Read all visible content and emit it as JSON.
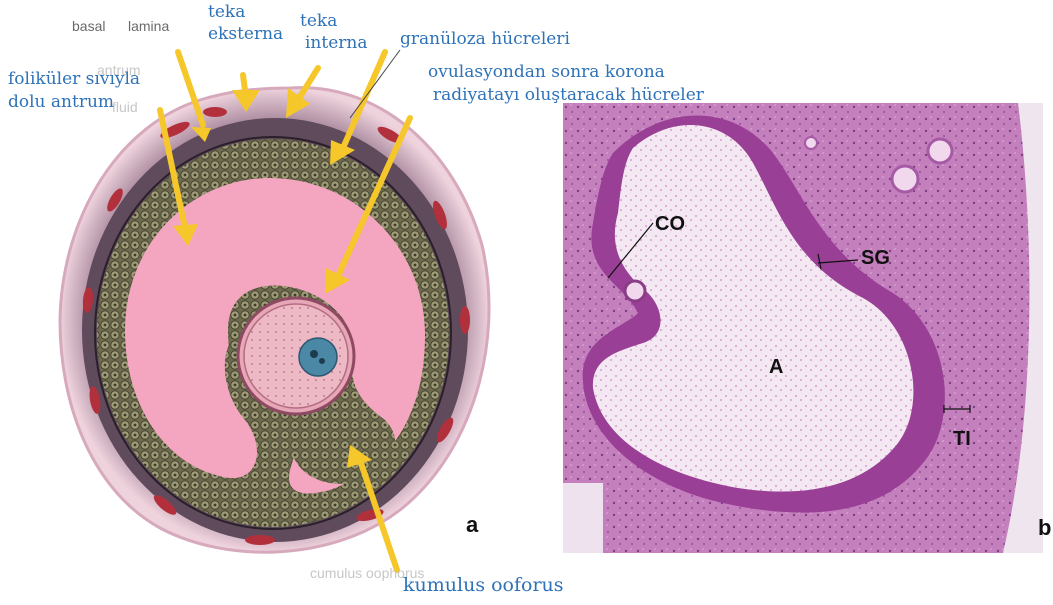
{
  "diagram": {
    "overlay_labels_en": {
      "basal": "basal",
      "lamina": "lamina",
      "antrum": "antrum",
      "fluid": "fluid",
      "cumulus_oophorus": "cumulus oophorus"
    },
    "labels_tr": {
      "teka_eksterna_1": "teka",
      "teka_eksterna_2": "eksterna",
      "teka_interna_1": "teka",
      "teka_interna_2": "interna",
      "granuloza": "granüloza hücreleri",
      "foliküler_1": "foliküler sıvıyla",
      "foliküler_2": "dolu antrum",
      "korona_1": "ovulasyondan sonra korona",
      "korona_2": "radiyatayı oluştaracak hücreler",
      "kumulus": "kumulus ooforus"
    },
    "panel_a": {
      "letter": "a"
    },
    "panel_b": {
      "letter": "b",
      "labels": {
        "co": "CO",
        "sg": "SG",
        "a": "A",
        "ti": "TI"
      }
    },
    "colors": {
      "label_blue": "#2e72b8",
      "arrow_yellow": "#f5c72a",
      "antrum_pink": "#f4a6c1",
      "micro_purple": "#c77bbd"
    }
  }
}
